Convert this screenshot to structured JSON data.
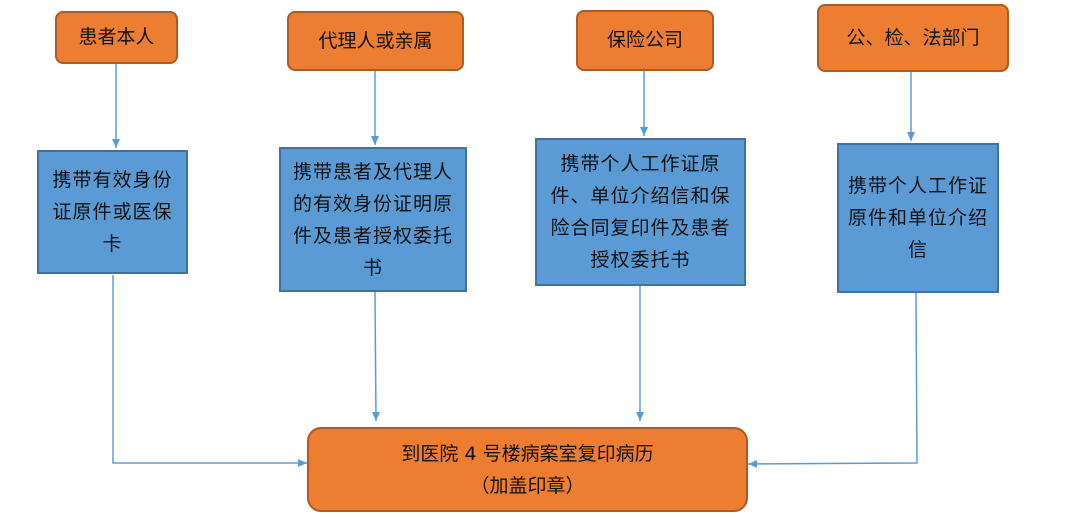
{
  "colors": {
    "orange_fill": "#ED7D31",
    "blue_fill": "#5B9BD5",
    "arrow": "#5B9BD5"
  },
  "columns": [
    {
      "source": "患者本人",
      "requirement": "携带有效身份证原件或医保卡"
    },
    {
      "source": "代理人或亲属",
      "requirement": "携带患者及代理人的有效身份证明原件及患者授权委托书"
    },
    {
      "source": "保险公司",
      "requirement": "携带个人工作证原件、单位介绍信和保险合同复印件及患者授权委托书"
    },
    {
      "source": "公、检、法部门",
      "requirement": "携带个人工作证原件和单位介绍信"
    }
  ],
  "destination": {
    "line1": "到医院 4 号楼病案室复印病历",
    "line2": "（加盖印章）"
  }
}
